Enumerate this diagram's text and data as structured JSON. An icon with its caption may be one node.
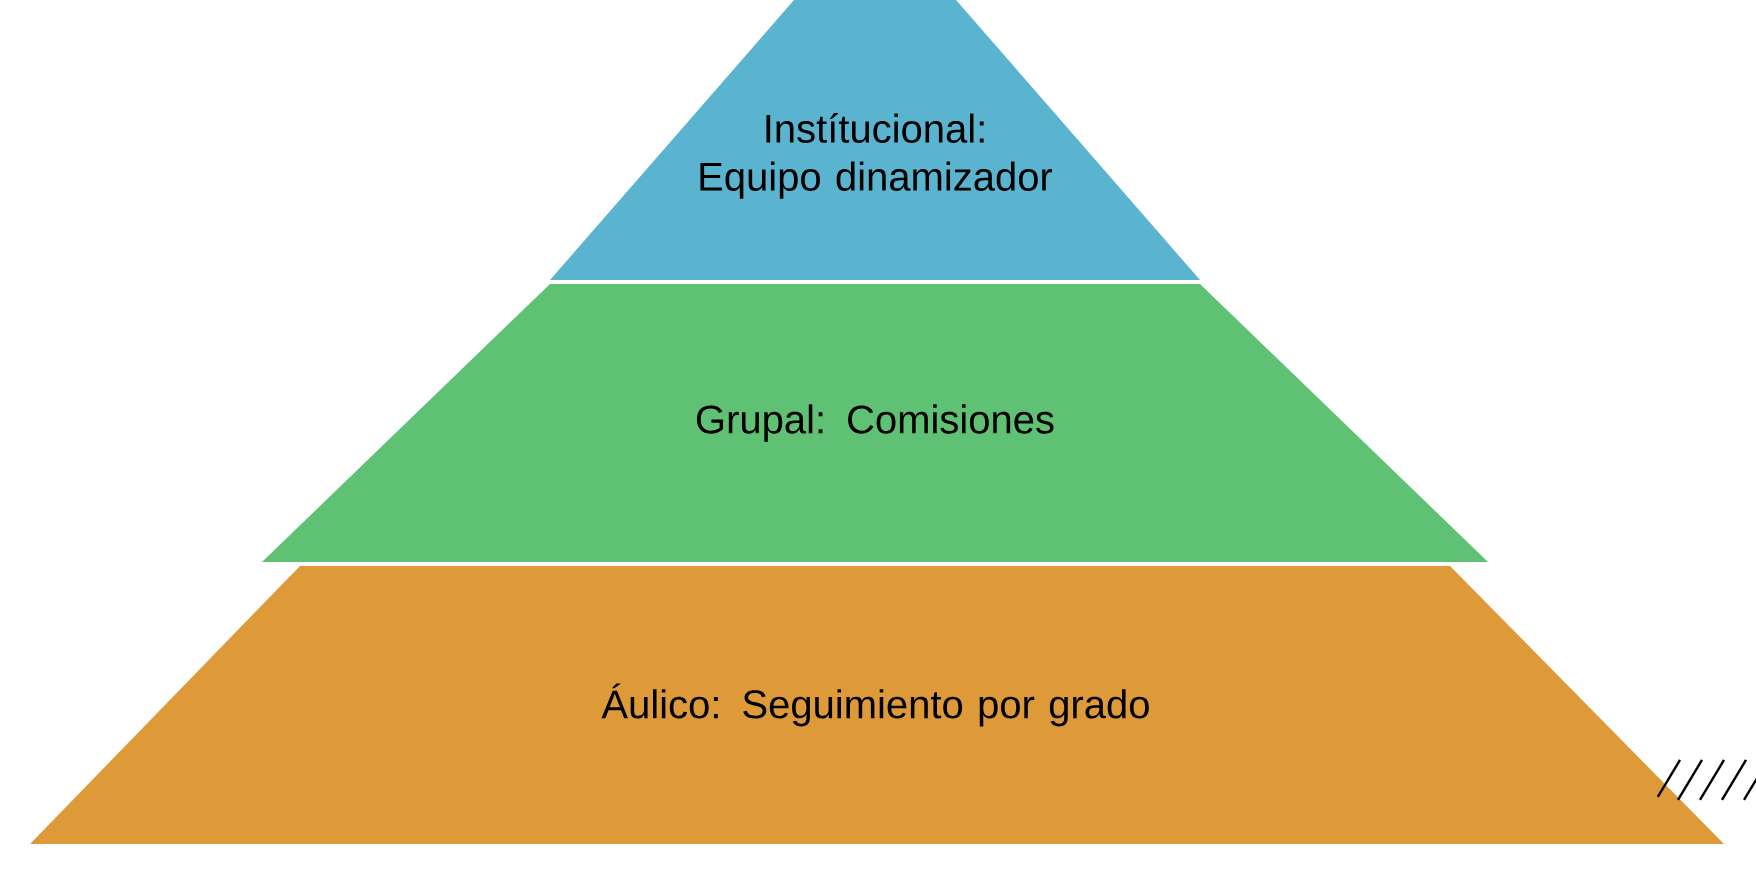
{
  "diagram": {
    "nodes": [
      {
        "text": [
          "Instítucional: Equipo dinamizador"
        ]
      },
      {
        "text": [
          "Grupal: Comisiones"
        ]
      },
      {
        "text": [
          "Áulico: Seguimiento  por grado"
        ]
      }
    ]
  }
}
